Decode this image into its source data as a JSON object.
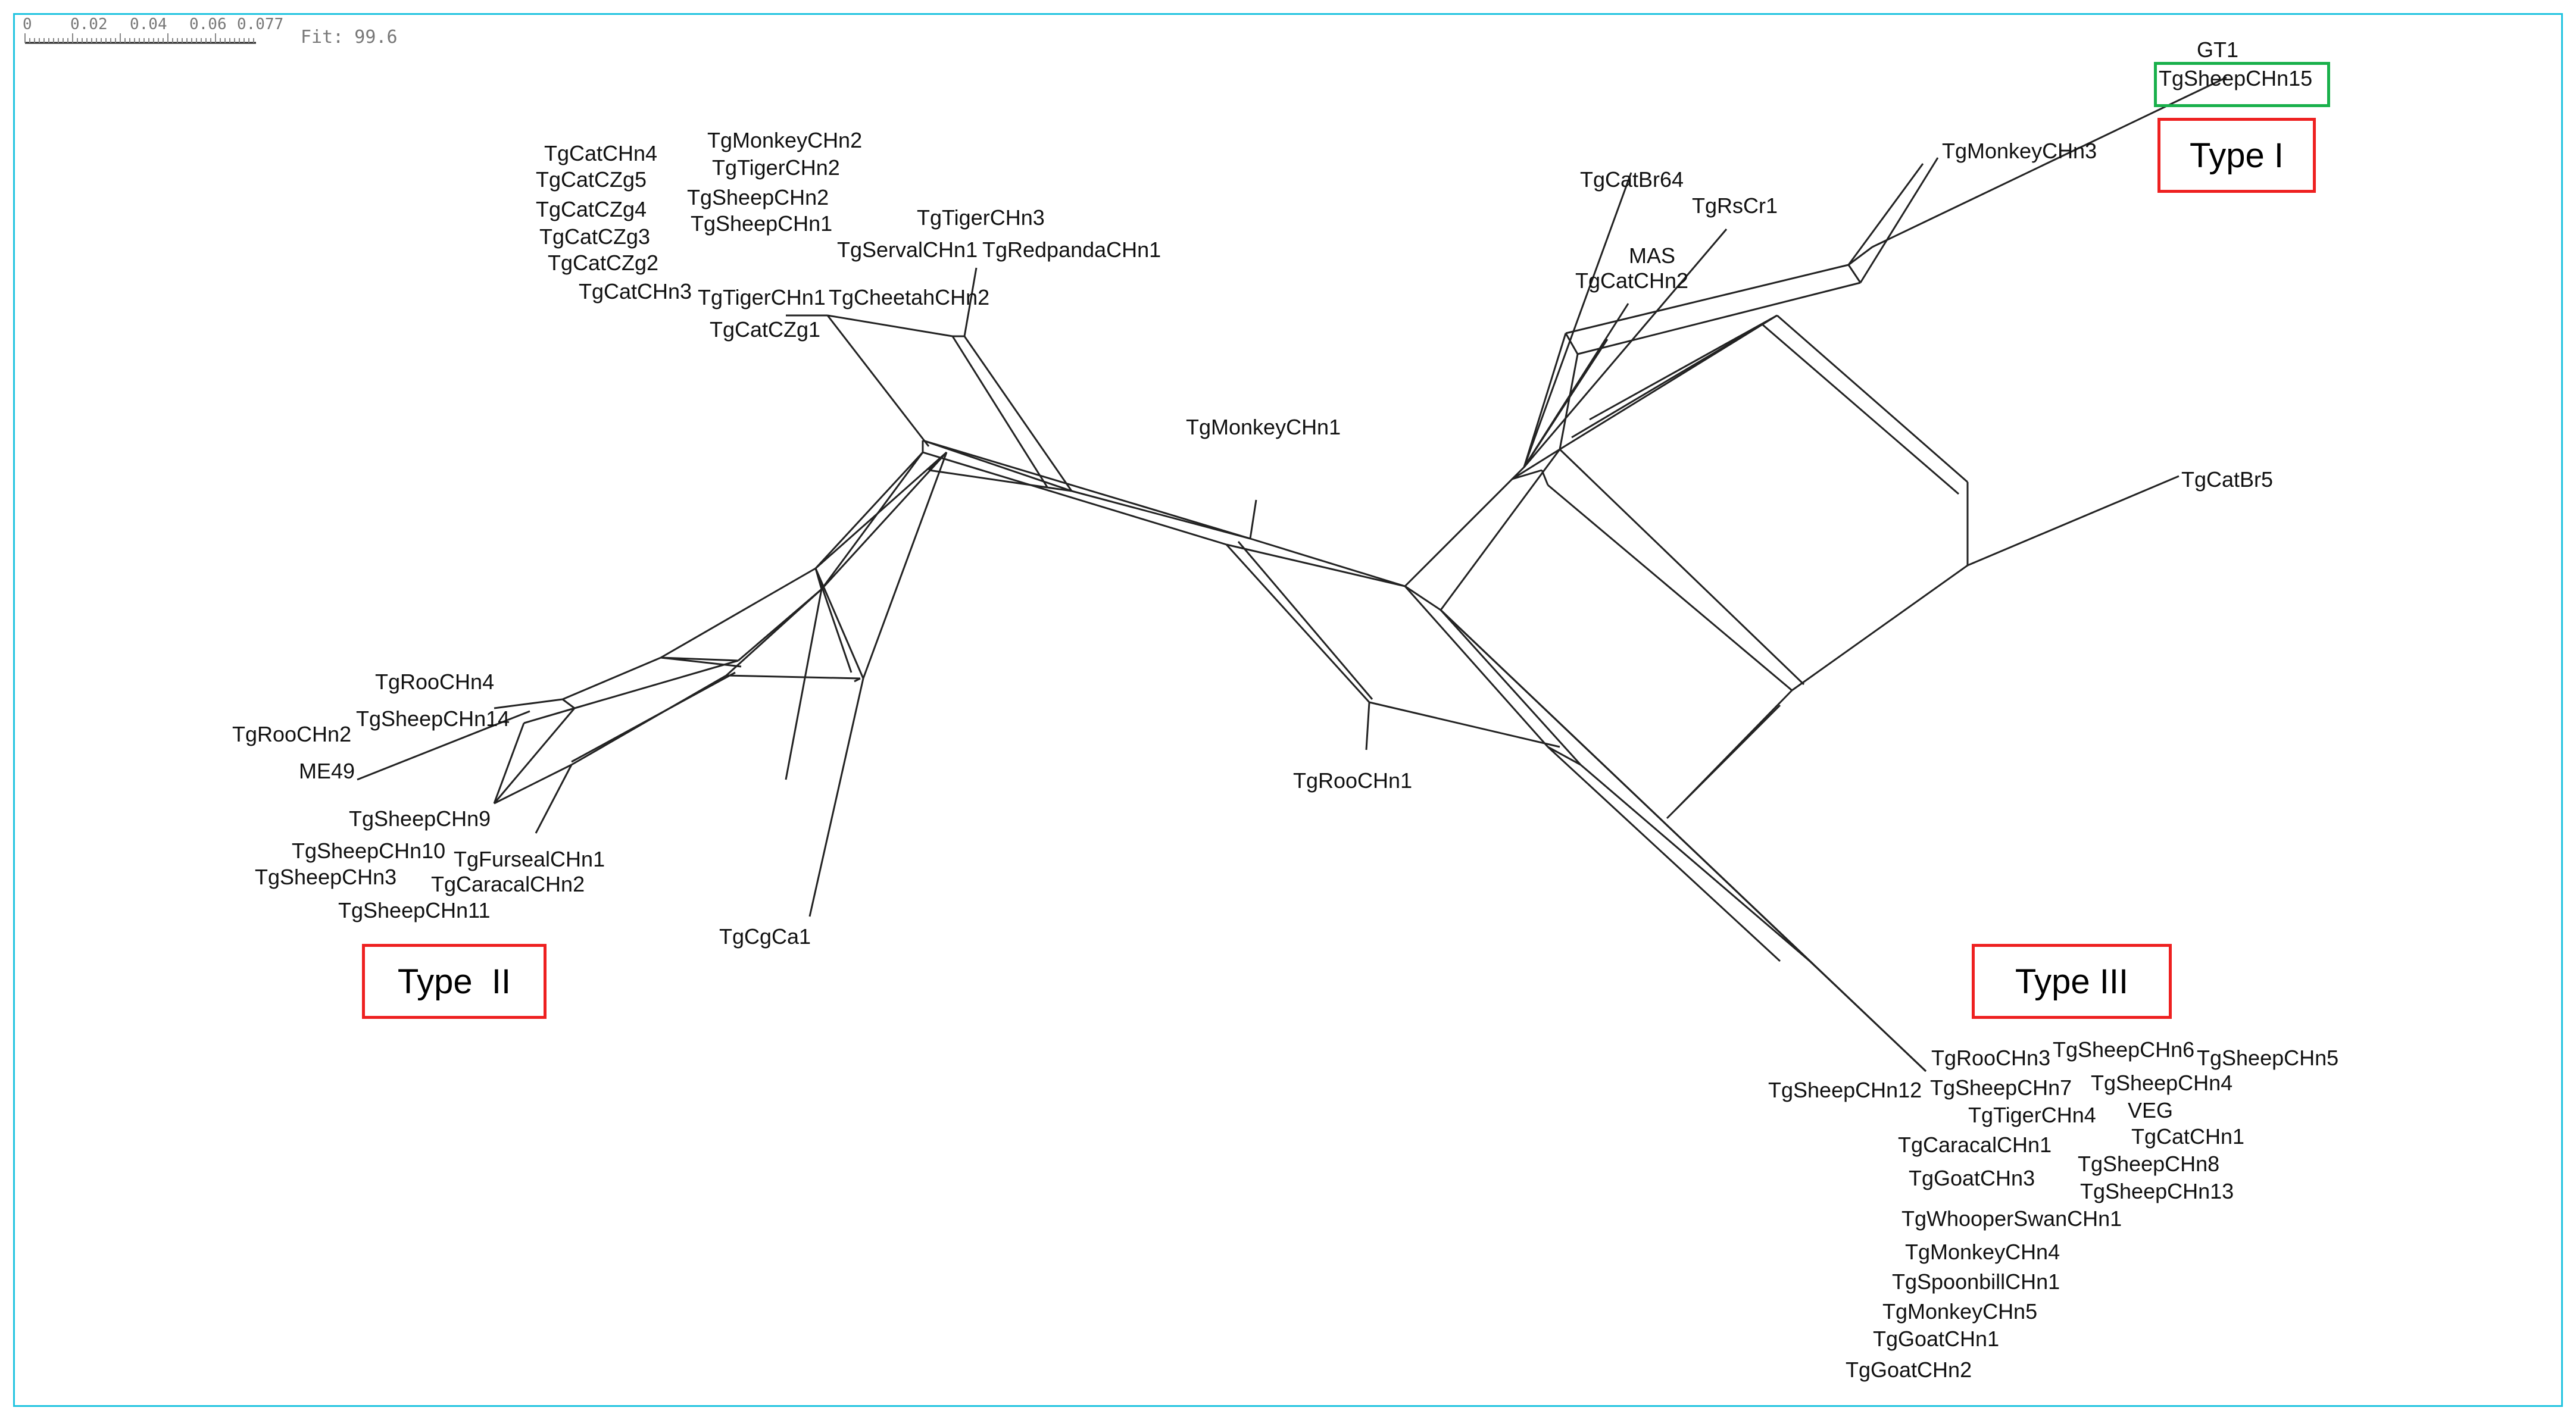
{
  "colors": {
    "frame": "#22c4e0",
    "type_box": "#ee2020",
    "highlight_box": "#19b04b",
    "edge": "#222222"
  },
  "scale_bar": {
    "ticks": [
      "0",
      "0.02",
      "0.04",
      "0.06",
      "0.077"
    ],
    "fit": "Fit: 99.6"
  },
  "types": {
    "type1": "Type I",
    "type2": "Type  II",
    "type3": "Type III"
  },
  "taxa": {
    "gt1": "GT1",
    "sheep15": "TgSheepCHn15",
    "monkey3": "TgMonkeyCHn3",
    "catbr64": "TgCatBr64",
    "rscr1": "TgRsCr1",
    "mas": "MAS",
    "cat2": "TgCatCHn2",
    "catbr5": "TgCatBr5",
    "cat4": "TgCatCHn4",
    "catczg5": "TgCatCZg5",
    "catczg4": "TgCatCZg4",
    "catczg3": "TgCatCZg3",
    "catczg2": "TgCatCZg2",
    "cat3": "TgCatCHn3",
    "monkey2": "TgMonkeyCHn2",
    "tiger2": "TgTigerCHn2",
    "sheep2": "TgSheepCHn2",
    "sheep1": "TgSheepCHn1",
    "tiger3": "TgTigerCHn3",
    "serval1": "TgServalCHn1",
    "redpanda1": "TgRedpandaCHn1",
    "tiger1": "TgTigerCHn1",
    "cheetah2": "TgCheetahCHn2",
    "catczg1": "TgCatCZg1",
    "monkey1": "TgMonkeyCHn1",
    "roo4": "TgRooCHn4",
    "roo2": "TgRooCHn2",
    "sheep14": "TgSheepCHn14",
    "me49": "ME49",
    "sheep9": "TgSheepCHn9",
    "sheep10": "TgSheepCHn10",
    "furseal1": "TgFursealCHn1",
    "sheep3": "TgSheepCHn3",
    "caracal2": "TgCaracalCHn2",
    "sheep11": "TgSheepCHn11",
    "cgca1": "TgCgCa1",
    "roo1": "TgRooCHn1",
    "roo3": "TgRooCHn3",
    "sheep6": "TgSheepCHn6",
    "sheep5": "TgSheepCHn5",
    "sheep12": "TgSheepCHn12",
    "sheep7": "TgSheepCHn7",
    "sheep4": "TgSheepCHn4",
    "veg": "VEG",
    "tiger4": "TgTigerCHn4",
    "catchn1": "TgCatCHn1",
    "caracal1": "TgCaracalCHn1",
    "sheep8": "TgSheepCHn8",
    "goat3": "TgGoatCHn3",
    "sheep13": "TgSheepCHn13",
    "whooper1": "TgWhooperSwanCHn1",
    "monkey4": "TgMonkeyCHn4",
    "spoonbill1": "TgSpoonbillCHn1",
    "monkey5": "TgMonkeyCHn5",
    "goat1": "TgGoatCHn1",
    "goat2": "TgGoatCHn2"
  }
}
